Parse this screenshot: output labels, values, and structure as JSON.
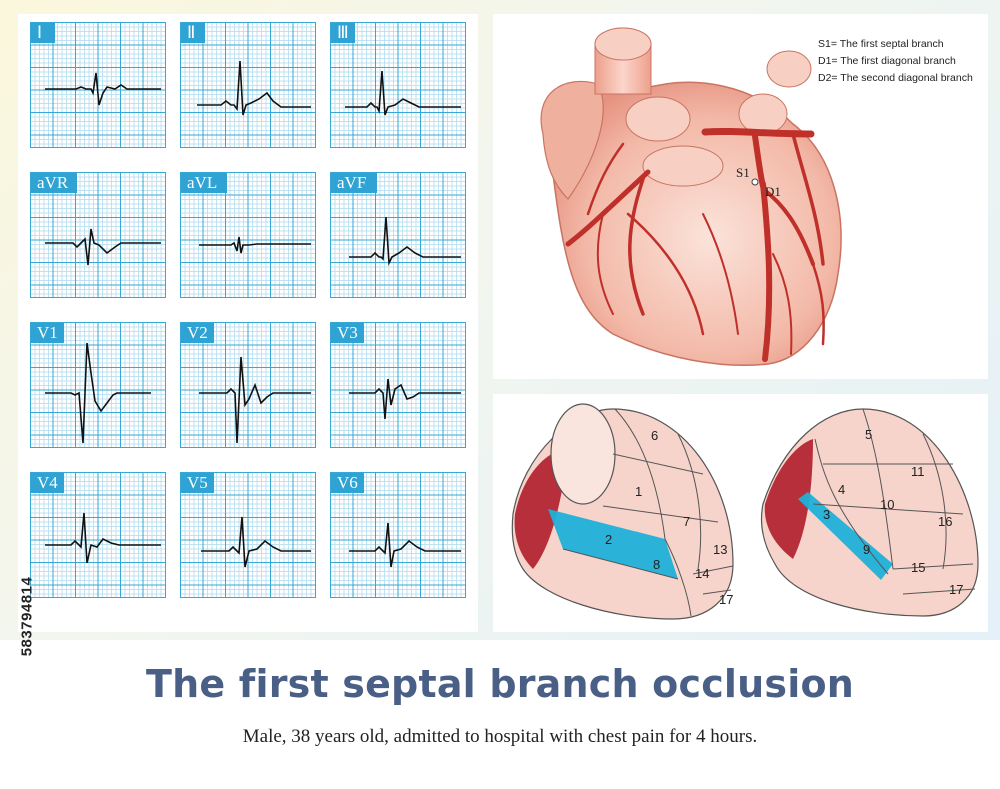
{
  "leads": [
    {
      "label": "Ⅰ"
    },
    {
      "label": "Ⅱ"
    },
    {
      "label": "Ⅲ"
    },
    {
      "label": "aVR"
    },
    {
      "label": "aVL"
    },
    {
      "label": "aVF"
    },
    {
      "label": "V1"
    },
    {
      "label": "V2"
    },
    {
      "label": "V3"
    },
    {
      "label": "V4"
    },
    {
      "label": "V5"
    },
    {
      "label": "V6"
    }
  ],
  "heart_legend": {
    "s1": "S1= The first septal branch",
    "d1": "D1= The first diagonal branch",
    "d2": "D2= The second diagonal branch"
  },
  "heart_labels": {
    "s1": "S1",
    "d1": "D1"
  },
  "segments_left": [
    "6",
    "1",
    "7",
    "2",
    "8",
    "13",
    "14",
    "17"
  ],
  "segments_right": [
    "5",
    "4",
    "11",
    "3",
    "10",
    "16",
    "9",
    "15",
    "17"
  ],
  "colors": {
    "ecg_grid": "#35a8d6",
    "infarct": "#1fb0d8",
    "artery": "#c0302a",
    "title": "#4a5f86"
  },
  "title": "The first septal branch occlusion",
  "subtitle": "Male, 38 years old, admitted to hospital with chest pain for 4 hours.",
  "stock_id": "583794814"
}
